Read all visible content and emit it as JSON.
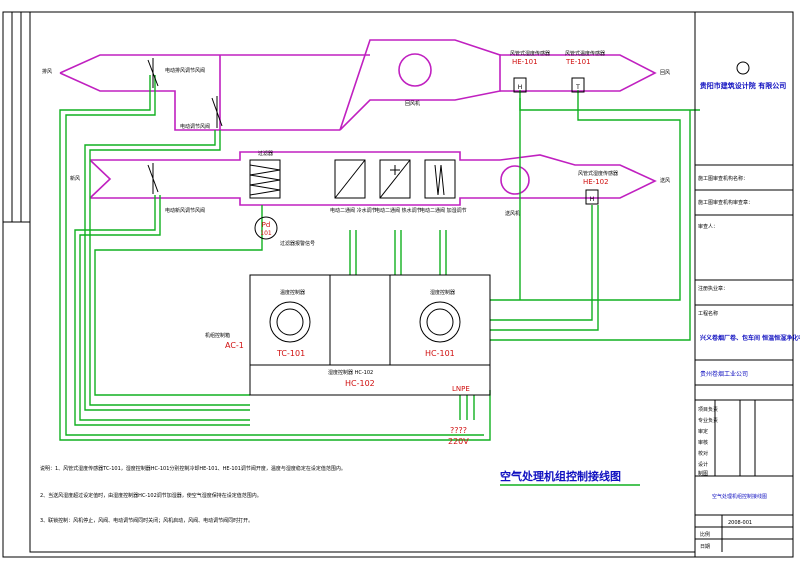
{
  "drawing": {
    "title": "空气处理机组控制接线图",
    "labels": {
      "exhaust_air": "排风",
      "return_air": "回风",
      "fresh_air": "新风",
      "supply_air": "送风",
      "exhaust_damper": "电动排风调节风阀",
      "mix_damper": "电动调节风阀",
      "fresh_damper": "电动新风调节风阀",
      "return_fan": "回风机",
      "supply_fan": "送风机",
      "filter": "过滤器",
      "filter_alarm": "过滤器报警信号",
      "cool_coil": "电动二通阀 冷水调节",
      "heat_coil": "电动二通阀 热水调节",
      "humidifier": "电动二通阀 加湿调节",
      "humidity_sensor_1": "风管式湿度传感器",
      "temp_sensor_1": "风管式温度传感器",
      "humidity_sensor_2": "风管式湿度传感器",
      "temp_ctrl": "温度控制器",
      "hum_ctrl": "湿度控制器",
      "main_ctrl": "湿度控制器 HC-102",
      "panel": "机组控制箱",
      "panel_tag": "AC-1",
      "supply_line": "LNPE",
      "voltage_q": "????",
      "voltage": "220V"
    },
    "tags": {
      "he101": "HE-101",
      "te101": "TE-101",
      "he102": "HE-102",
      "h_sym": "H",
      "t_sym": "T",
      "pd": "Pd",
      "pd_tag": "101",
      "tc101": "TC-101",
      "hc101": "HC-101",
      "hc102": "HC-102"
    },
    "notes": [
      "说明：1、风管式湿度传感器TC-101，湿度控制器HC-101分别控制冷却HE-101、HE-101调节阀开度，温度与湿度稳定在设定值范围内。",
      "2、当送风湿度超过设定值时，由湿度控制器HC-102调节加湿器，使空气湿度保持在设定值范围内。",
      "3、联锁控制：风机停止，风阀、电动调节阀同时关闭；风机启动，风阀、电动调节阀同时打开。"
    ]
  },
  "titleblock": {
    "company": "贵阳市建筑设计院 有限公司",
    "row1": "施工图审查机构名称：",
    "row2": "施工图审查机构审查章：",
    "row3": "审查人：",
    "row4": "注册执业章：",
    "project_label": "工程名称",
    "project": "兴义卷烟厂卷、包车间 恒温恒湿净化中央空调",
    "client": "贵州卷烟工业公司",
    "roles": [
      "项目负责",
      "专业负责",
      "审定",
      "审核",
      "校对",
      "设计",
      "制图"
    ],
    "drawing_name": "空气处理机组控制接线图",
    "number": "2008-001",
    "scale": "比例",
    "date": "日期"
  }
}
